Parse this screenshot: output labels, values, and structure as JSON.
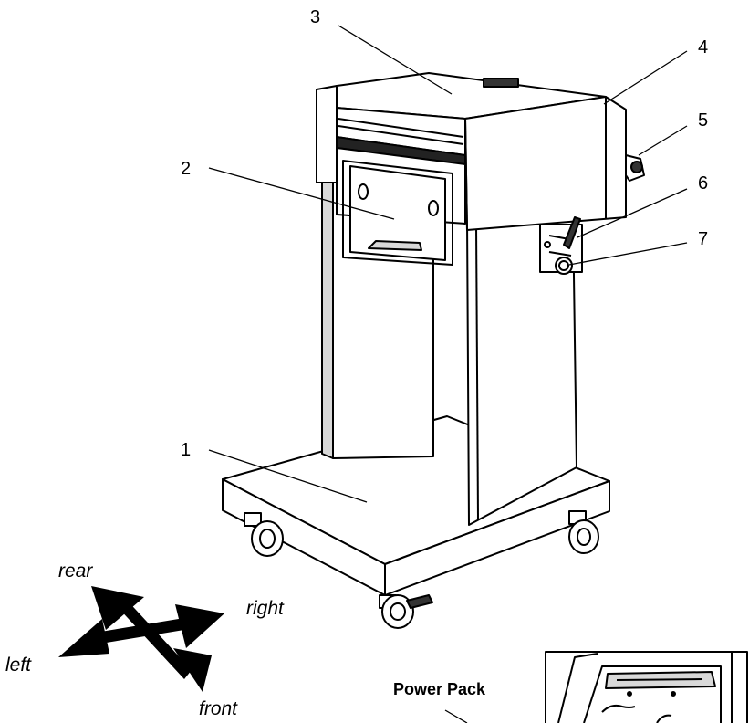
{
  "callouts": {
    "n1": "1",
    "n2": "2",
    "n3": "3",
    "n4": "4",
    "n5": "5",
    "n6": "6",
    "n7": "7"
  },
  "directions": {
    "rear": "rear",
    "right": "right",
    "left": "left",
    "front": "front"
  },
  "inset": {
    "label": "Power Pack"
  },
  "colors": {
    "line": "#000000",
    "panel": "#ffffff",
    "shadow": "#d9d9d9",
    "dark": "#333333"
  }
}
